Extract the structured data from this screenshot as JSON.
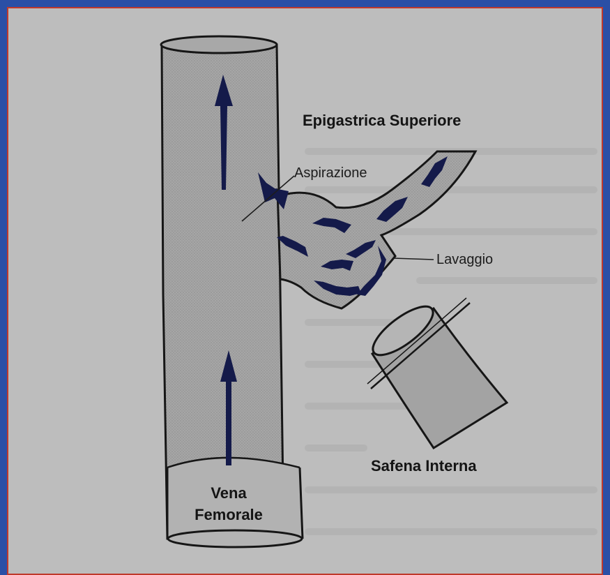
{
  "labels": {
    "epigastrica": "Epigastrica Superiore",
    "aspirazione": "Aspirazione",
    "lavaggio": "Lavaggio",
    "safena": "Safena Interna",
    "vena_line1": "Vena",
    "vena_line2": "Femorale"
  },
  "colors": {
    "background": "#2a4fa6",
    "paper": "#bdbdbd",
    "vessel_fill": "#a3a3a3",
    "outline": "#161616",
    "arrow": "#141a4a",
    "frame_border": "#c0392b"
  }
}
